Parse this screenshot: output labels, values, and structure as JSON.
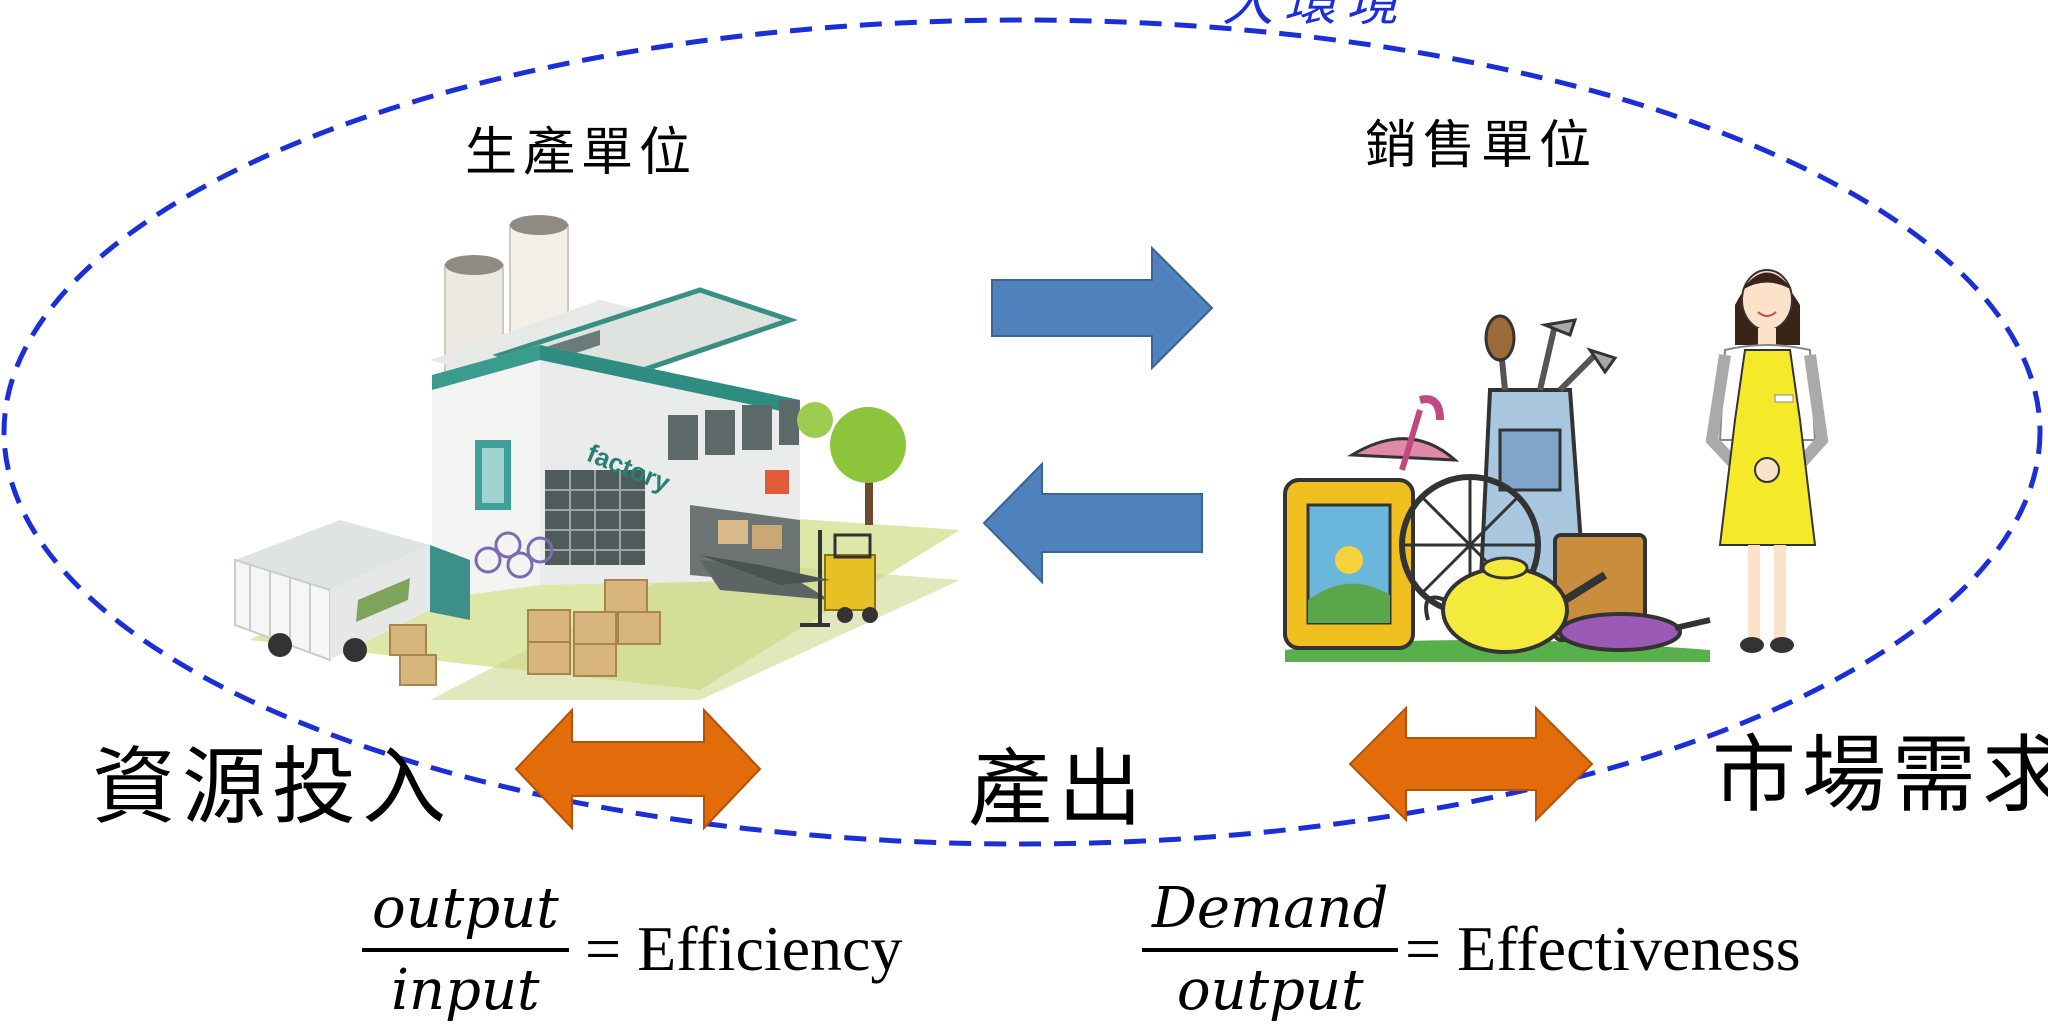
{
  "ellipse_top_label": "大環境",
  "production_unit_label": "生產單位",
  "sales_unit_label": "銷售單位",
  "resource_input_label": "資源投入",
  "output_label": "產出",
  "market_demand_label": "市場需求",
  "factory_sign": "factory",
  "efficiency_formula": {
    "numerator": "output",
    "denominator": "input",
    "result": "= Efficiency"
  },
  "effectiveness_formula": {
    "numerator": "Demand",
    "denominator": "output",
    "result": "= Effectiveness"
  },
  "colors": {
    "ellipse": "#1a2fd6",
    "blue_arrow": "#4f81bd",
    "orange_arrow": "#e36c0a"
  }
}
